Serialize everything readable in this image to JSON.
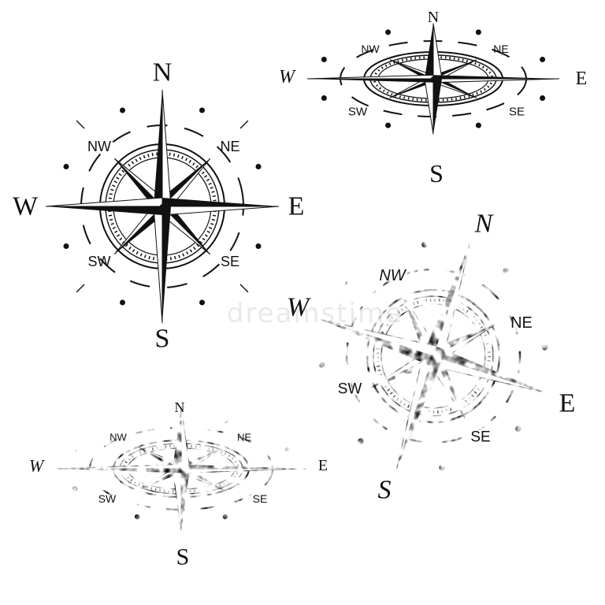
{
  "watermark": "dreamstime",
  "ink_color": "#111111",
  "background_color": "#ffffff",
  "compasses": [
    {
      "id": "clean-upright",
      "style": "clean",
      "labels": {
        "n": "N",
        "s": "S",
        "e": "E",
        "w": "W",
        "ne": "NE",
        "nw": "NW",
        "se": "SE",
        "sw": "SW"
      }
    },
    {
      "id": "clean-perspective",
      "style": "clean",
      "labels": {
        "n": "N",
        "s": "S",
        "e": "E",
        "w": "W",
        "ne": "NE",
        "nw": "NW",
        "se": "SE",
        "sw": "SW"
      }
    },
    {
      "id": "grunge-tilted",
      "style": "grunge",
      "labels": {
        "n": "N",
        "s": "S",
        "e": "E",
        "w": "W",
        "ne": "NE",
        "nw": "NW",
        "se": "SE",
        "sw": "SW"
      }
    },
    {
      "id": "grunge-perspective",
      "style": "grunge",
      "labels": {
        "n": "N",
        "s": "S",
        "e": "E",
        "w": "W",
        "ne": "NE",
        "nw": "NW",
        "se": "SE",
        "sw": "SW"
      }
    }
  ]
}
